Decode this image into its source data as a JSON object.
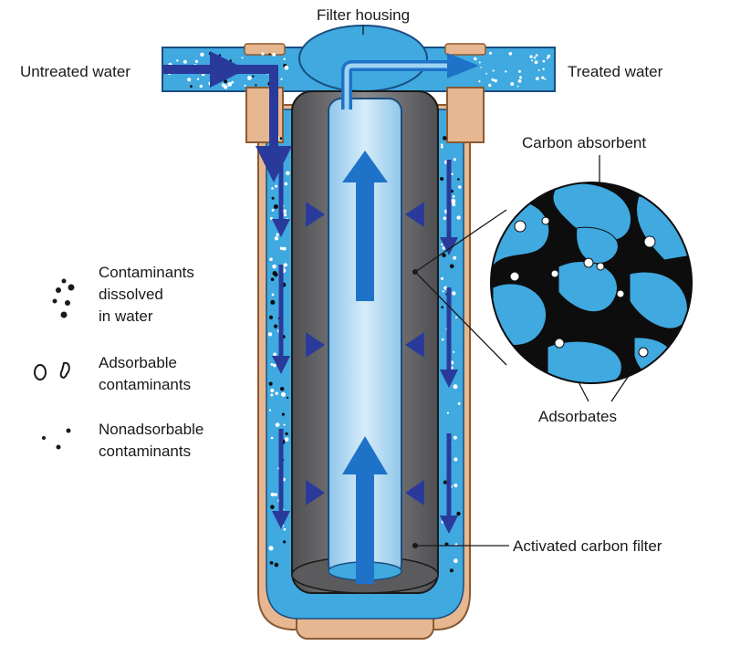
{
  "labels": {
    "filter_housing": "Filter housing",
    "untreated_water": "Untreated water",
    "treated_water": "Treated water",
    "carbon_absorbent": "Carbon absorbent",
    "adsorbates": "Adsorbates",
    "activated_carbon_filter": "Activated carbon filter"
  },
  "legend": {
    "dissolved": [
      "Contaminants",
      "dissolved",
      "in water"
    ],
    "adsorbable": [
      "Adsorbable",
      "contaminants"
    ],
    "nonadsorbable": [
      "Nonadsorbable",
      "contaminants"
    ]
  },
  "colors": {
    "water_blue": "#3fa9e0",
    "arrow_navy": "#2a3a9a",
    "arrow_blue": "#1e73c8",
    "housing_tan": "#e6b790",
    "carbon_gray": "#6f6f72",
    "inner_tube": "#b7ddf3",
    "carbon_black": "#0d0d0d"
  }
}
